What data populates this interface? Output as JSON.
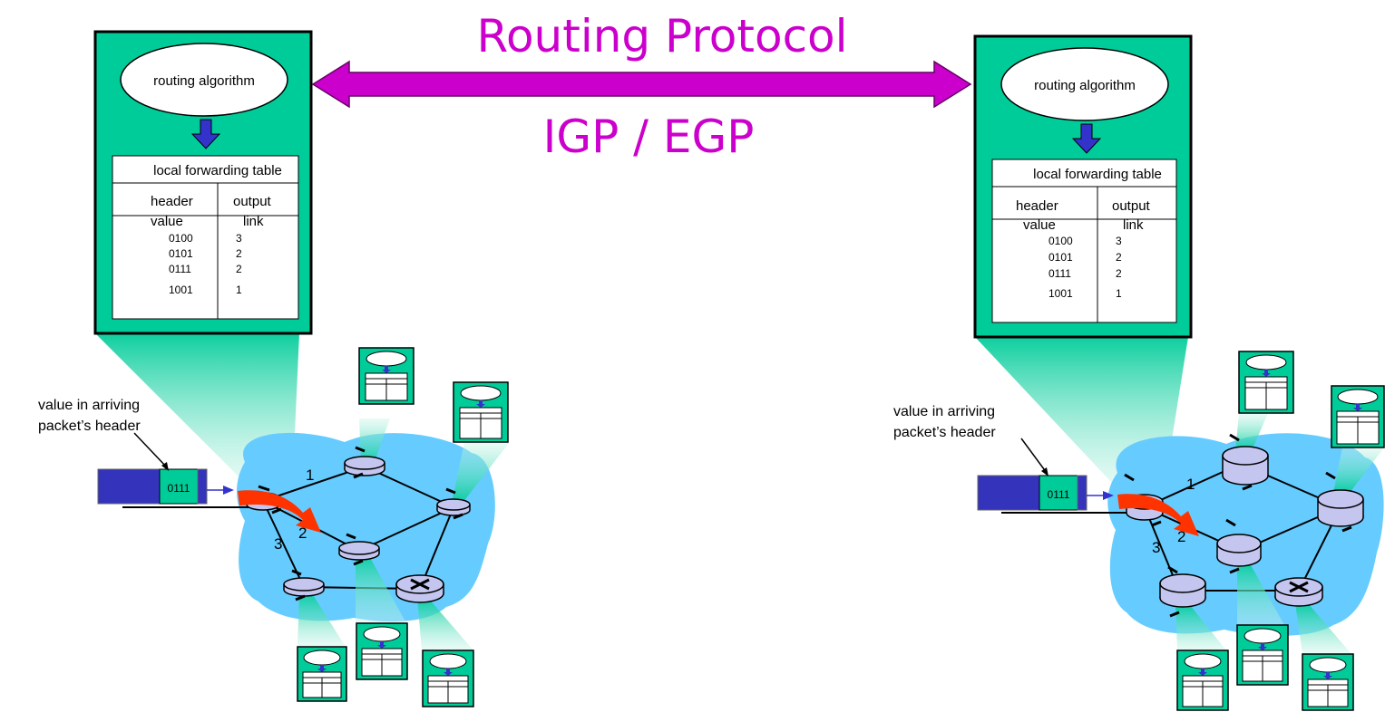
{
  "title": {
    "top": "Routing Protocol",
    "bottom": "IGP / EGP"
  },
  "colors": {
    "box_green": "#00cc99",
    "cloud_blue": "#66ccff",
    "magenta": "#cc00cc",
    "arrow_blue": "#3333cc",
    "packet_blue": "#3333bb",
    "router_lilac": "#c4c6f0",
    "red_arrow": "#ff3300"
  },
  "left": {
    "algo_label": "routing algorithm",
    "table_title": "local forwarding table",
    "col_header": "header",
    "col_header_sub": "value",
    "col_output": "output",
    "col_output_sub": "link",
    "rows": [
      {
        "header": "0100",
        "link": "3"
      },
      {
        "header": "0101",
        "link": "2"
      },
      {
        "header": "0111",
        "link": "2"
      },
      {
        "header": "1001",
        "link": "1"
      }
    ],
    "annotation_line1": "value in arriving",
    "annotation_line2": "packet’s header",
    "packet_value": "0111",
    "link_labels": [
      "1",
      "2",
      "3"
    ]
  },
  "right": {
    "algo_label": "routing algorithm",
    "table_title": "local forwarding table",
    "col_header": "header",
    "col_header_sub": "value",
    "col_output": "output",
    "col_output_sub": "link",
    "rows": [
      {
        "header": "0100",
        "link": "3"
      },
      {
        "header": "0101",
        "link": "2"
      },
      {
        "header": "0111",
        "link": "2"
      },
      {
        "header": "1001",
        "link": "1"
      }
    ],
    "annotation_line1": "value in arriving",
    "annotation_line2": "packet’s header",
    "packet_value": "0111",
    "link_labels": [
      "1",
      "2",
      "3"
    ]
  }
}
